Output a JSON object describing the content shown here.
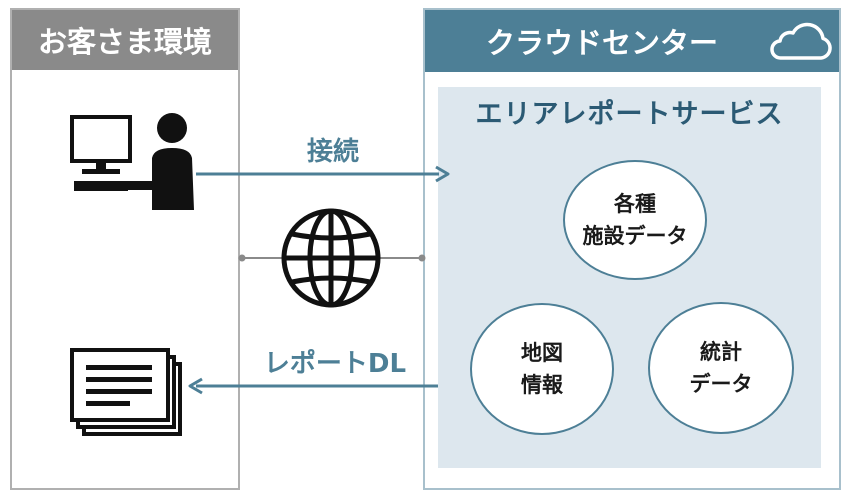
{
  "customer_env": {
    "title": "お客さま環境"
  },
  "cloud_center": {
    "title": "クラウドセンター"
  },
  "service": {
    "title": "エリアレポートサービス",
    "circles": [
      {
        "line1": "各種",
        "line2": "施設データ"
      },
      {
        "line1": "地図",
        "line2": "情報"
      },
      {
        "line1": "統計",
        "line2": "データ"
      }
    ]
  },
  "arrows": {
    "connect_label": "接続",
    "report_label": "レポートDL"
  },
  "colors": {
    "accent": "#4d7f96",
    "left_header": "#8a8a8a",
    "service_bg": "#dde7ee",
    "service_title": "#2b5a74"
  },
  "icons": [
    "computer-user-icon",
    "globe-icon",
    "documents-icon",
    "cloud-icon"
  ]
}
